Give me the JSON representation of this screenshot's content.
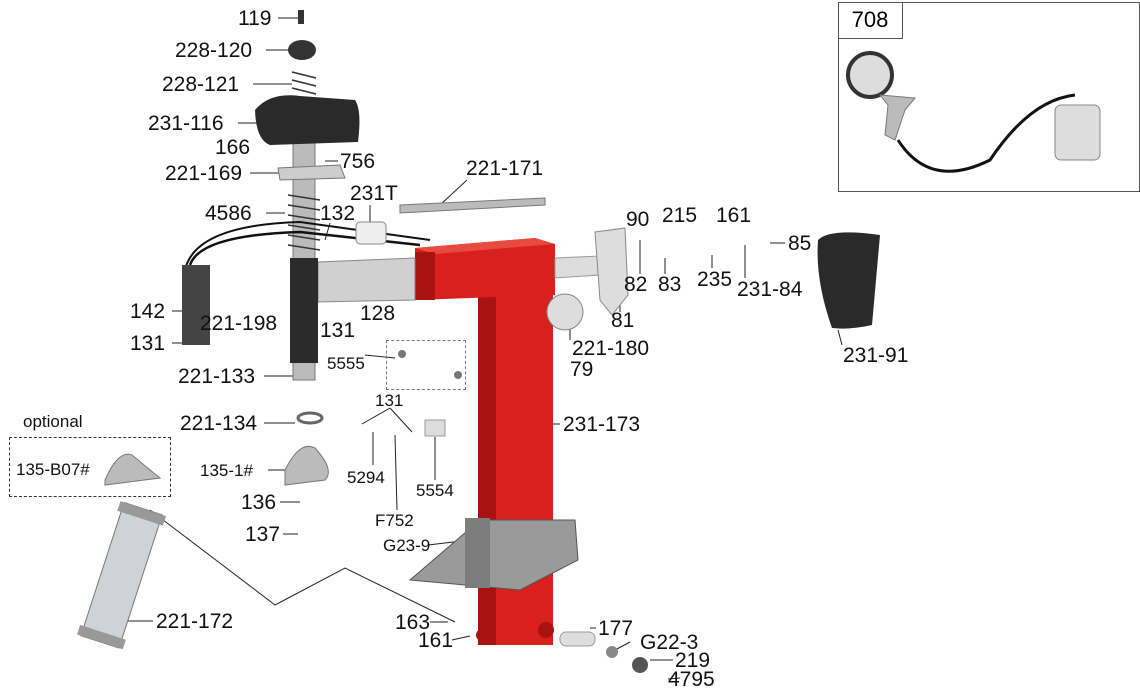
{
  "title": "Tire changer column assembly exploded parts diagram",
  "inset": {
    "label": "708"
  },
  "optional": {
    "label": "optional",
    "part": "135-B07#"
  },
  "labels": {
    "p119": "119",
    "p228_120": "228-120",
    "p228_121": "228-121",
    "p231_116": "231-116",
    "p166": "166",
    "p756": "756",
    "p221_169": "221-169",
    "p221_171": "221-171",
    "p231T": "231T",
    "p4586": "4586",
    "p132": "132",
    "p90": "90",
    "p215": "215",
    "p161a": "161",
    "p85": "85",
    "p82": "82",
    "p83": "83",
    "p235": "235",
    "p231_84": "231-84",
    "p142": "142",
    "p221_198": "221-198",
    "p128": "128",
    "p131a": "131",
    "p81": "81",
    "p131b": "131",
    "p231_91": "231-91",
    "p221_180": "221-180",
    "p5555": "5555",
    "p221_133": "221-133",
    "p79": "79",
    "p131c": "131",
    "p221_134": "221-134",
    "p231_173": "231-173",
    "p135_1": "135-1#",
    "p5294": "5294",
    "p5554": "5554",
    "p136": "136",
    "pF752": "F752",
    "p137": "137",
    "pG23_9": "G23-9",
    "p221_172": "221-172",
    "p163": "163",
    "p177": "177",
    "p161b": "161",
    "pG22_3": "G22-3",
    "p219": "219",
    "p4795": "4795"
  },
  "colors": {
    "column": "#d8201c",
    "column_dark": "#a81210",
    "hood": "#2a2a2a",
    "metal": "#c8c8c8"
  }
}
